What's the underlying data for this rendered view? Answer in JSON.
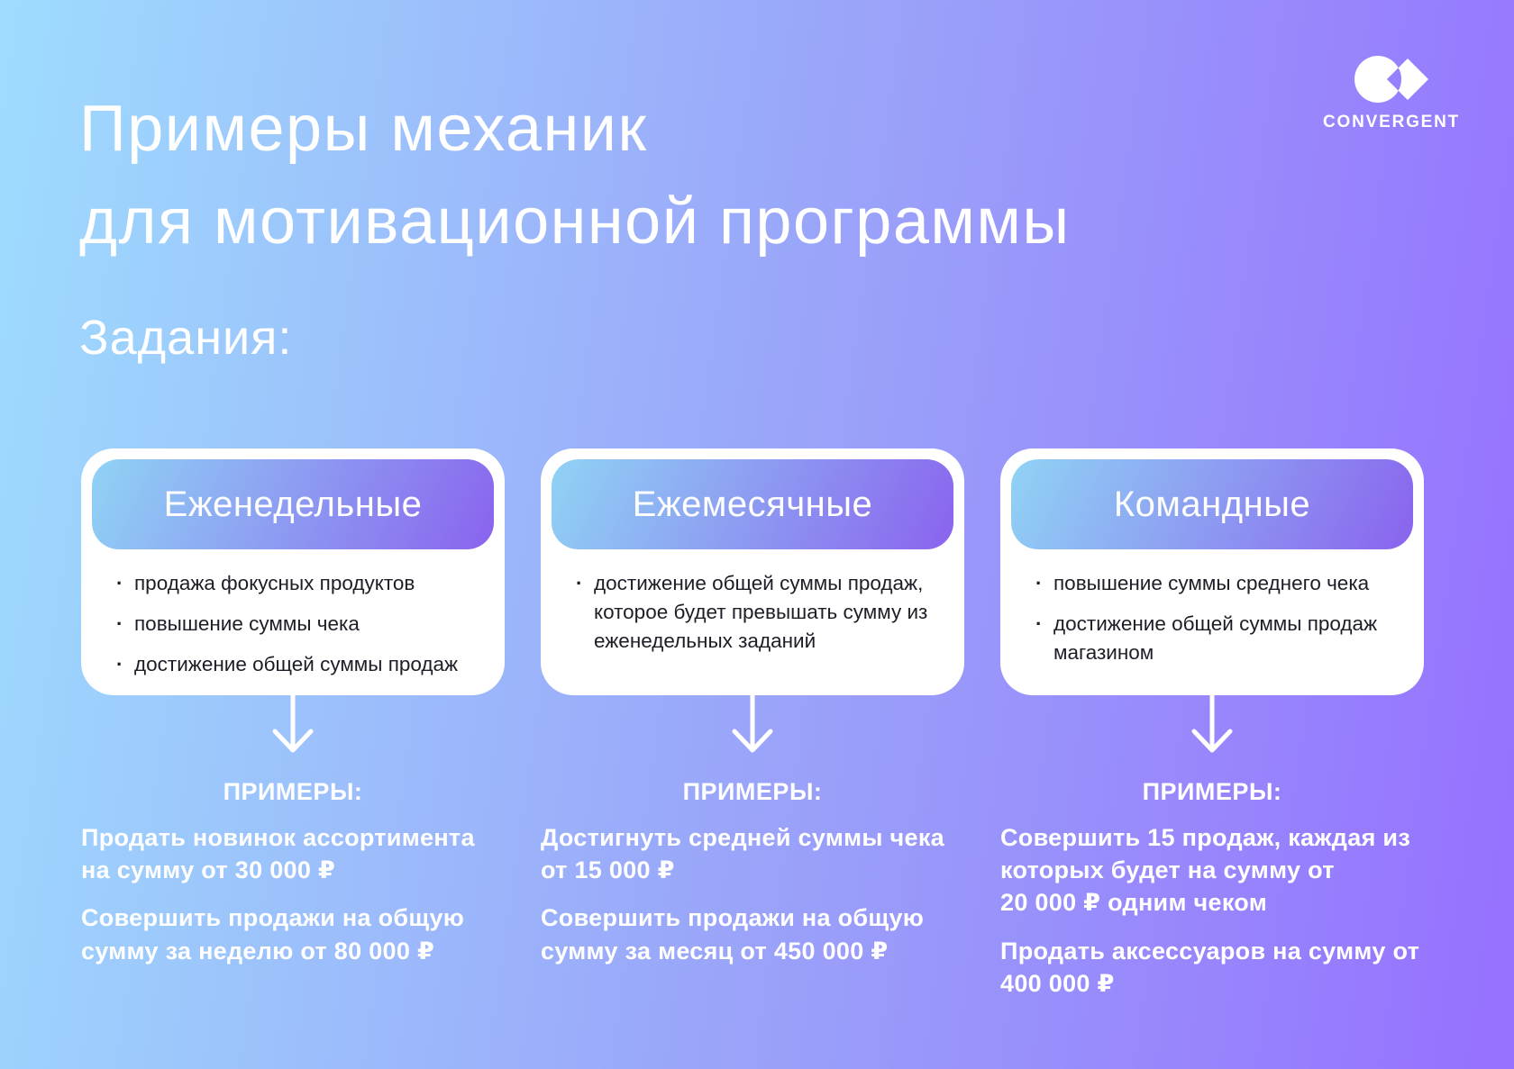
{
  "page": {
    "title_line1": "Примеры механик",
    "title_line2": "для мотивационной программы",
    "section_title": "Задания:"
  },
  "logo": {
    "text": "CONVERGENT",
    "icon": "circle-diamond-mark"
  },
  "labels": {
    "examples": "ПРИМЕРЫ:"
  },
  "colors": {
    "background_gradient_left": "#9edcfe",
    "background_gradient_right": "#9670ff",
    "card_header_gradient_left": "#90d3f5",
    "card_header_gradient_right": "#8a63ee",
    "card_background": "#ffffff",
    "card_text": "#1d1d27",
    "light_text": "#ffffff"
  },
  "columns": [
    {
      "header": "Еженедельные",
      "bullets": [
        "продажа фокусных продуктов",
        "повышение суммы чека",
        "достижение общей суммы продаж"
      ],
      "examples": [
        "Продать новинок ассортимента на сумму от 30 000 ₽",
        "Совершить продажи на общую сумму за неделю от 80 000 ₽"
      ]
    },
    {
      "header": "Ежемесячные",
      "bullets": [
        "достижение общей суммы продаж, которое будет превышать сумму из еженедельных заданий"
      ],
      "examples": [
        "Достигнуть средней суммы чека от 15 000 ₽",
        "Совершить продажи на общую сумму за месяц от 450 000 ₽"
      ]
    },
    {
      "header": "Командные",
      "bullets": [
        "повышение суммы среднего чека",
        "достижение общей суммы продаж магазином"
      ],
      "examples": [
        "Совершить 15 продаж, каждая из которых будет на сумму от 20 000 ₽ одним чеком",
        "Продать аксессуаров на сумму от 400 000 ₽"
      ]
    }
  ]
}
